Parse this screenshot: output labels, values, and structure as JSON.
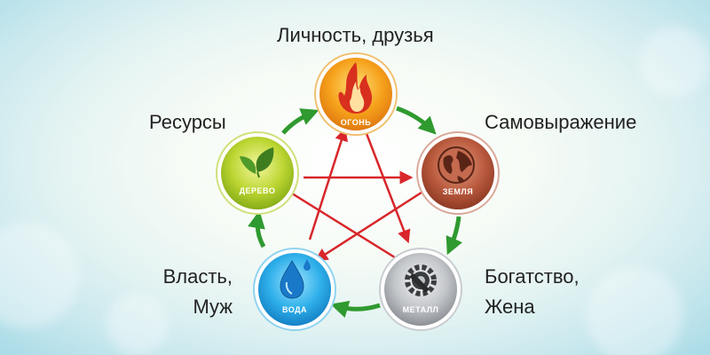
{
  "elements": [
    {
      "key": "fire",
      "name": "ОГОНЬ",
      "description": "Личность, друзья",
      "color": "#f0a020"
    },
    {
      "key": "earth",
      "name": "ЗЕМЛЯ",
      "description": "Самовыражение",
      "color": "#b5553a"
    },
    {
      "key": "metal",
      "name": "МЕТАЛЛ",
      "description": "Богатство, Жена",
      "color": "#a9acb0"
    },
    {
      "key": "water",
      "name": "ВОДА",
      "description": "Власть, Муж",
      "color": "#2aa8e6"
    },
    {
      "key": "wood",
      "name": "ДЕРЕВО",
      "description": "Ресурсы",
      "color": "#a8cc2a"
    }
  ],
  "labels": {
    "fire": "Личность, друзья",
    "earth": "Самовыражение",
    "metal_line1": "Богатство,",
    "metal_line2": "Жена",
    "water_line1": "Власть,",
    "water_line2": "Муж",
    "wood": "Ресурсы"
  },
  "colors": {
    "generating_arrow": "#2f9a2f",
    "controlling_arrow": "#d8262a"
  }
}
